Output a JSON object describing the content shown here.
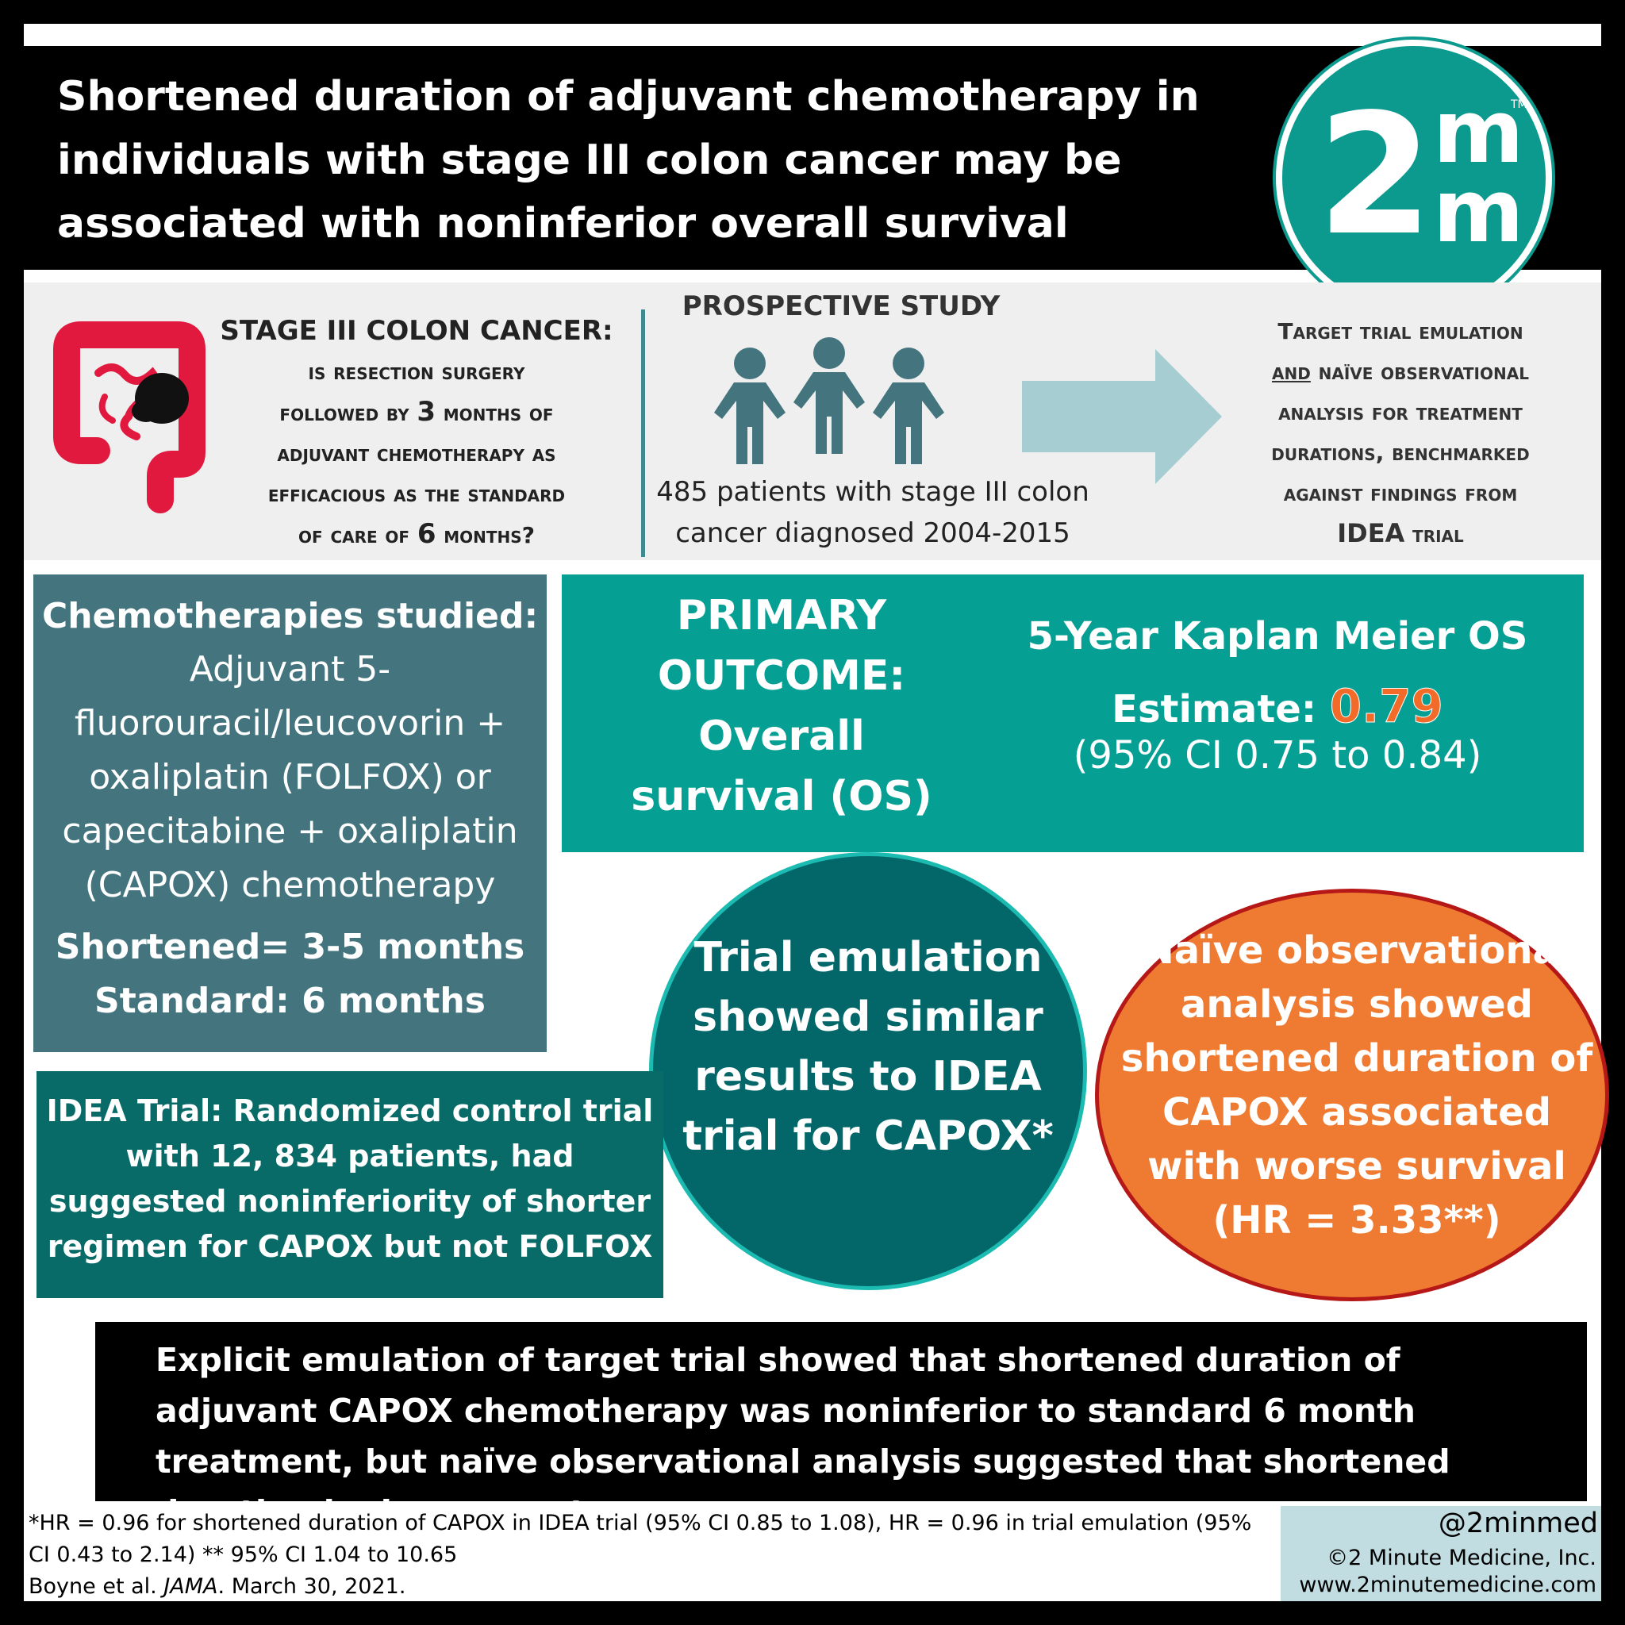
{
  "header": {
    "title": "Shortened duration of adjuvant chemotherapy in individuals with stage III colon cancer may be associated with noninferior overall survival",
    "logo_main": "2",
    "logo_m_top": "m",
    "logo_m_bottom": "m",
    "logo_tm": "TM"
  },
  "question": {
    "head": "STAGE III COLON CANCER:",
    "l1": "is resection surgery",
    "l2a": "followed by ",
    "l2num": "3",
    "l2b": " months of",
    "l3": "adjuvant chemotherapy as",
    "l4": "efficacious as the standard",
    "l5a": "of care of ",
    "l5num": "6",
    "l5b": " months?"
  },
  "study": {
    "head": "PROSPECTIVE STUDY",
    "desc": "485 patients with stage III colon cancer diagnosed 2004-2015"
  },
  "target": {
    "l1": "Target trial emulation",
    "l2u": "and",
    "l2b": " naïve observational",
    "l3": "analysis for treatment",
    "l4": "durations, benchmarked",
    "l5": "against findings from",
    "l6a": "IDEA",
    "l6b": " trial"
  },
  "chemo": {
    "heading": "Chemotherapies studied:",
    "body": "Adjuvant 5-fluorouracil/leucovorin + oxaliplatin (FOLFOX) or capecitabine + oxaliplatin (CAPOX) chemotherapy",
    "shortened": "Shortened= 3-5 months",
    "standard": "Standard: 6 months"
  },
  "outcome": {
    "primary": "PRIMARY OUTCOME: Overall survival (OS)",
    "km_l1": "5-Year Kaplan Meier OS",
    "km_l2": "Estimate: ",
    "km_value": "0.79",
    "km_ci": "(95% CI 0.75 to 0.84)"
  },
  "trial_emulation": "Trial emulation showed similar results to IDEA trial for CAPOX*",
  "naive": "Naïve observational analysis showed shortened duration of CAPOX associated with worse survival (HR = 3.33**)",
  "idea": "IDEA Trial: Randomized control trial with 12, 834 patients, had suggested noninferiority of shorter regimen for CAPOX but not FOLFOX",
  "conclusion": "Explicit emulation of target trial showed that shortened duration of adjuvant CAPOX chemotherapy was noninferior to standard 6 month treatment, but naïve observational analysis suggested that shortened duration had worse outcome",
  "footnote": {
    "l1": "*HR = 0.96 for shortened duration of CAPOX in IDEA trial (95% CI 0.85 to 1.08), HR = 0.96 in trial emulation (95% CI 0.43 to 2.14) ** 95% CI 1.04 to 10.65",
    "cite_a": "Boyne et al. ",
    "cite_journal": "JAMA",
    "cite_b": ". March 30, 2021."
  },
  "credit": {
    "handle": "@2minmed",
    "company": "©2 Minute Medicine, Inc.",
    "url": "www.2minutemedicine.com"
  },
  "colors": {
    "teal_dark": "#03676a",
    "teal": "#059f93",
    "slate": "#44757f",
    "orange": "#ee7b31",
    "estimate": "#f36b29",
    "colon": "#e2193f"
  },
  "icons": [
    "colon-icon",
    "people-icon",
    "arrow-right-icon",
    "logo-2m"
  ]
}
